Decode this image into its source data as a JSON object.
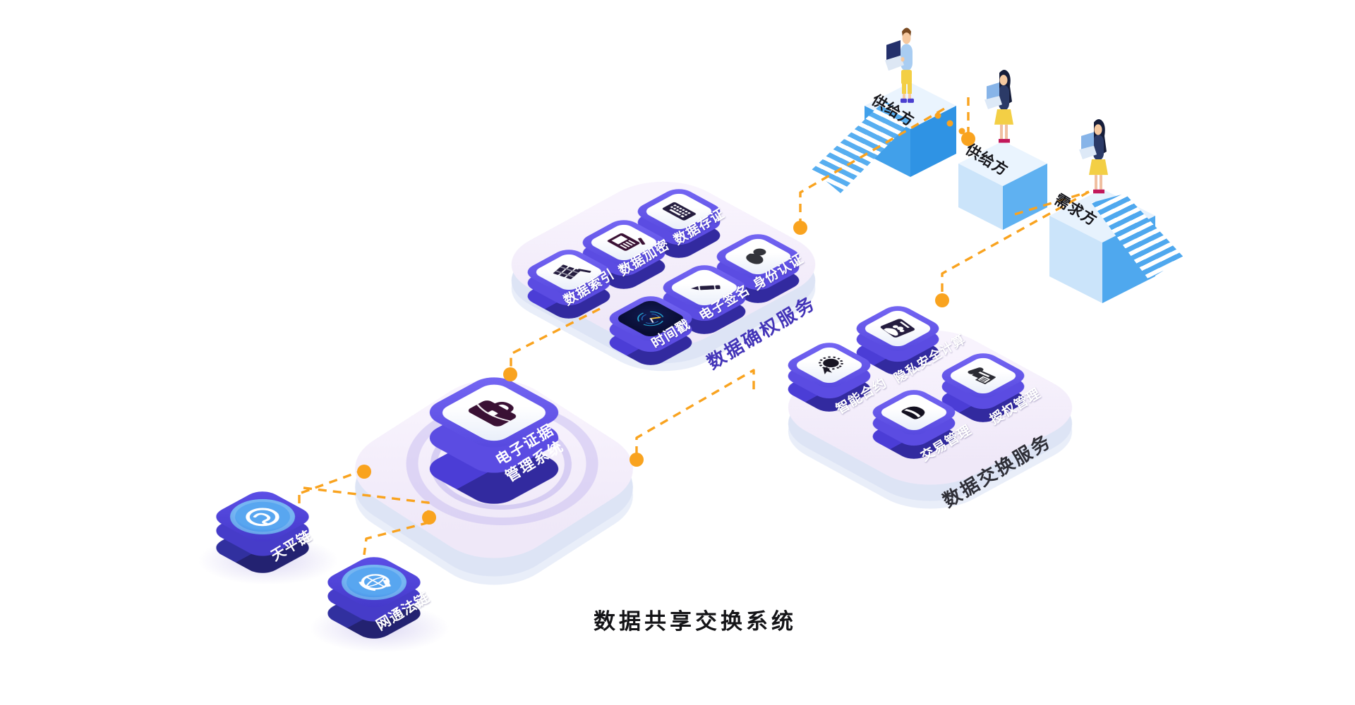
{
  "title": "数据共享交换系统",
  "colors": {
    "accent_orange": "#F9A31F",
    "cube_indigo": "#4B3DD6",
    "cube_deep_indigo": "#322A9F",
    "platform_lavender": "#F5EFFB",
    "pedestal_blue": "#41A0EA",
    "rights_label_color": "#4334B8",
    "exchange_label_color": "#2E2E36"
  },
  "platforms": {
    "rights": {
      "label": "数据确权服务",
      "cubes": [
        {
          "label": "数据索引",
          "icon": "books-index-icon"
        },
        {
          "label": "数据加密",
          "icon": "document-pen-icon"
        },
        {
          "label": "数据存证",
          "icon": "keyboard-icon"
        },
        {
          "label": "时间戳",
          "icon": "clock-icon"
        },
        {
          "label": "电子签名",
          "icon": "pencil-icon"
        },
        {
          "label": "身份认证",
          "icon": "person-icon"
        }
      ]
    },
    "evidence": {
      "cube_label_line1": "电子证据",
      "cube_label_line2": "管理系统",
      "icon": "briefcase-icon"
    },
    "exchange": {
      "label": "数据交换服务",
      "cubes": [
        {
          "label": "智能合约",
          "icon": "medal-icon"
        },
        {
          "label": "隐私安全计算",
          "icon": "privacy-doc-icon"
        },
        {
          "label": "交易管理",
          "icon": "helmet-icon"
        },
        {
          "label": "授权管理",
          "icon": "fax-icon"
        }
      ]
    }
  },
  "chains": [
    {
      "label": "天平链",
      "icon": "balance-at-emblem"
    },
    {
      "label": "网通法链",
      "icon": "globe-gavel-emblem"
    }
  ],
  "actors": [
    {
      "label": "供给方",
      "figure": "man-with-laptop"
    },
    {
      "label": "供给方",
      "figure": "woman-with-laptop"
    },
    {
      "label": "需求方",
      "figure": "woman-with-laptop"
    }
  ]
}
